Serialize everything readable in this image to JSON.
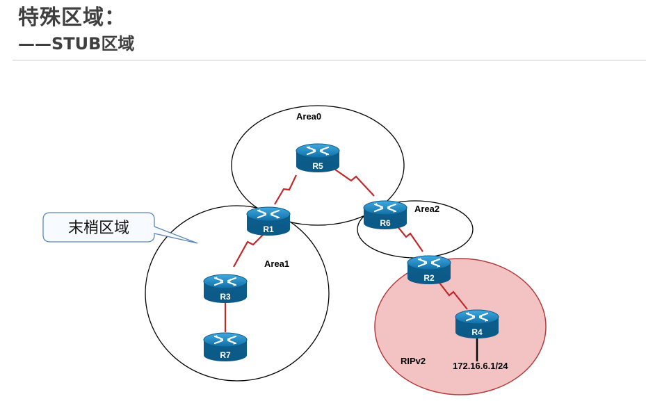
{
  "header": {
    "title": "特殊区域：",
    "subtitle": "——STUB区域"
  },
  "diagram": {
    "areas": [
      {
        "id": "area0",
        "label": "Area0"
      },
      {
        "id": "area1",
        "label": "Area1"
      },
      {
        "id": "area2",
        "label": "Area2"
      },
      {
        "id": "rip",
        "label": "RIPv2"
      }
    ],
    "routers": [
      {
        "id": "r5",
        "label": "R5"
      },
      {
        "id": "r1",
        "label": "R1"
      },
      {
        "id": "r6",
        "label": "R6"
      },
      {
        "id": "r2",
        "label": "R2"
      },
      {
        "id": "r3",
        "label": "R3"
      },
      {
        "id": "r4",
        "label": "R4"
      },
      {
        "id": "r7",
        "label": "R7"
      }
    ],
    "callout": "末梢区域",
    "network_label": "172.16.6.1/24",
    "colors": {
      "serial_link": "#c0282a",
      "router_body": "#1a8ac6",
      "rip_area_fill": "#f3c3c3",
      "callout_fill": "#f7fbff",
      "callout_border": "#5b87b5"
    }
  }
}
